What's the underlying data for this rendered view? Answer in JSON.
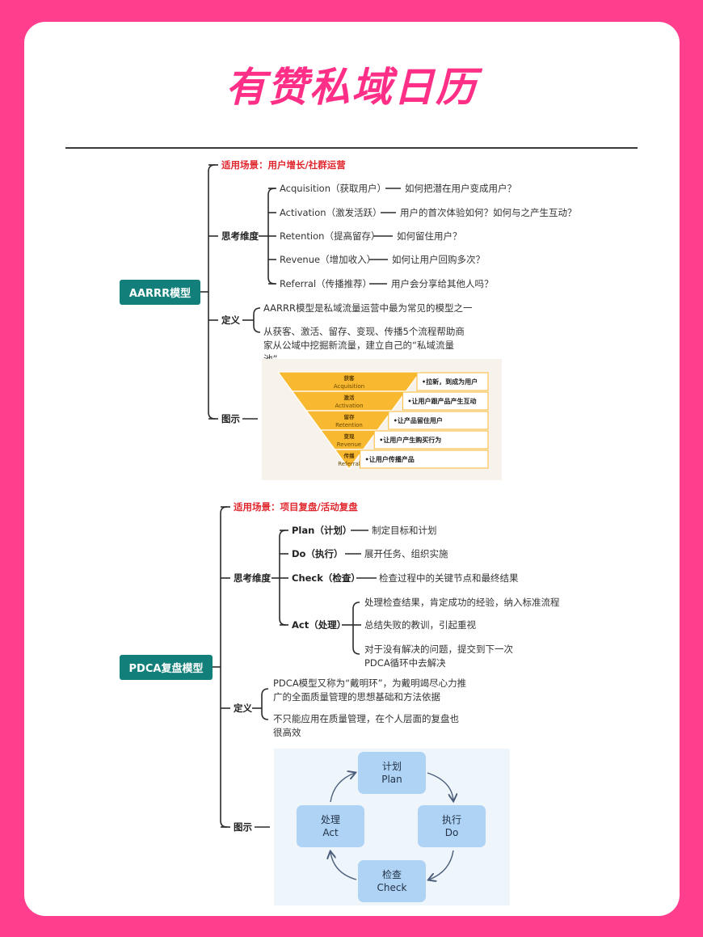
{
  "title": "有赞私域日历",
  "aarrr": {
    "root": "AARRR模型",
    "scene_label": "适用场景：用户增长/社群运营",
    "thinking_label": "思考维度",
    "dimensions": [
      {
        "name": "Acquisition（获取用户）",
        "question": "如何把潜在用户变成用户？"
      },
      {
        "name": "Activation（激发活跃）",
        "question": "用户的首次体验如何？如何与之产生互动？"
      },
      {
        "name": "Retention（提高留存）",
        "question": "如何留住用户？"
      },
      {
        "name": "Revenue（增加收入）",
        "question": "如何让用户回购多次？"
      },
      {
        "name": "Referral（传播推荐）",
        "question": "用户会分享给其他人吗？"
      }
    ],
    "definition_label": "定义",
    "definitions": [
      "AARRR模型是私域流量运营中最为常见的模型之一",
      "从获客、激活、留存、变现、传播5个流程帮助商家从公域中挖掘新流量，建立自己的“私域流量池”"
    ],
    "figure_label": "图示",
    "funnel": [
      {
        "cn": "获客",
        "en": "Acquisition",
        "desc": "•拉新，到成为用户"
      },
      {
        "cn": "激活",
        "en": "Activation",
        "desc": "•让用户跟产品产生互动"
      },
      {
        "cn": "留存",
        "en": "Retention",
        "desc": "•让产品留住用户"
      },
      {
        "cn": "变现",
        "en": "Revenue",
        "desc": "•让用户产生购买行为"
      },
      {
        "cn": "传播",
        "en": "Referral",
        "desc": "•让用户传播产品"
      }
    ],
    "colors": {
      "node": "#137f7a",
      "funnel": "#f8b931"
    }
  },
  "pdca": {
    "root": "PDCA复盘模型",
    "scene_label": "适用场景：项目复盘/活动复盘",
    "thinking_label": "思考维度",
    "dimensions": [
      {
        "name": "Plan（计划）",
        "desc": "制定目标和计划"
      },
      {
        "name": "Do（执行）",
        "desc": "展开任务、组织实施"
      },
      {
        "name": "Check（检查）",
        "desc": "检查过程中的关键节点和最终结果"
      },
      {
        "name": "Act（处理）"
      }
    ],
    "act_items": [
      "处理检查结果，肯定成功的经验，纳入标准流程",
      "总结失败的教训，引起重视",
      "对于没有解决的问题，提交到下一次PDCA循环中去解决"
    ],
    "definition_label": "定义",
    "definitions": [
      "PDCA模型又称为“戴明环”，为戴明竭尽心力推广的全面质量管理的思想基础和方法依据",
      "不只能应用在质量管理，在个人层面的复盘也很高效"
    ],
    "figure_label": "图示",
    "cycle": [
      {
        "cn": "计划",
        "en": "Plan"
      },
      {
        "cn": "执行",
        "en": "Do"
      },
      {
        "cn": "检查",
        "en": "Check"
      },
      {
        "cn": "处理",
        "en": "Act"
      }
    ],
    "colors": {
      "box": "#aed3f5",
      "background": "#eef5fb"
    }
  }
}
